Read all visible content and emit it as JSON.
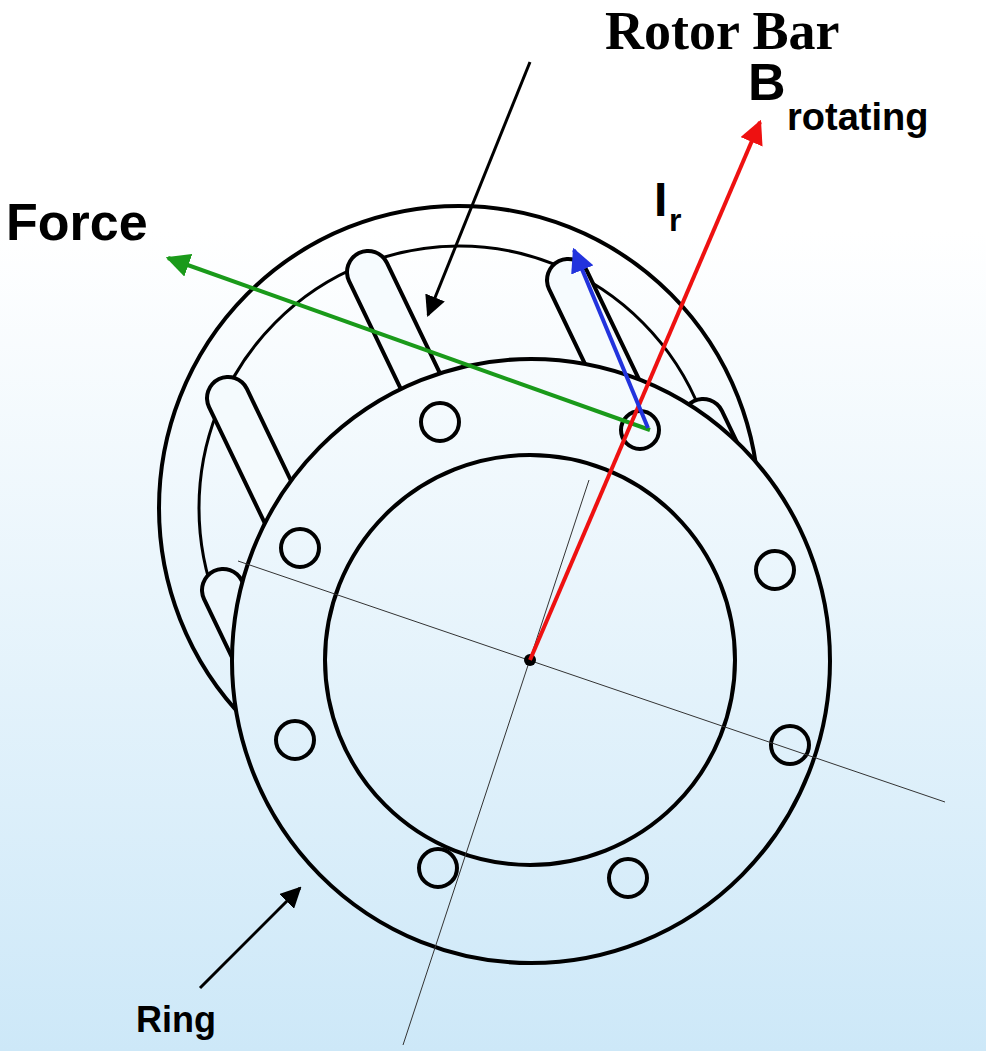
{
  "diagram": {
    "labels": [
      "Rotor Bar",
      "B",
      "rotating",
      "Force",
      "I",
      "r",
      "Ring"
    ]
  }
}
